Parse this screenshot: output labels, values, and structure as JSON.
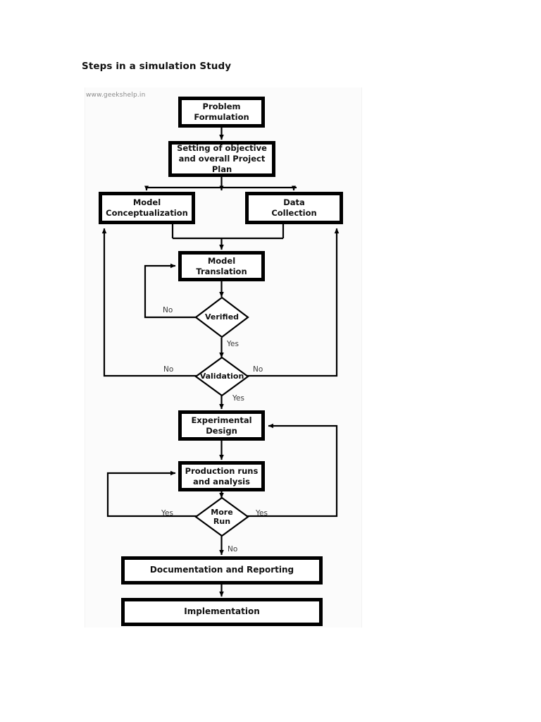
{
  "page": {
    "title": "Steps in a simulation Study",
    "watermark": "www.geekshelp.in",
    "background_color": "#ffffff",
    "stroke_color": "#000000"
  },
  "flowchart": {
    "type": "flowchart",
    "nodes": [
      {
        "id": "problem",
        "shape": "process",
        "label": "Problem\nFormulation"
      },
      {
        "id": "objective",
        "shape": "process",
        "label": "Setting of objective\nand overall Project Plan"
      },
      {
        "id": "conceptualization",
        "shape": "process",
        "label": "Model\nConceptualization"
      },
      {
        "id": "datacollection",
        "shape": "process",
        "label": "Data\nCollection"
      },
      {
        "id": "translation",
        "shape": "process",
        "label": "Model\nTranslation"
      },
      {
        "id": "verified",
        "shape": "decision",
        "label": "Verified"
      },
      {
        "id": "validation",
        "shape": "decision",
        "label": "Validation"
      },
      {
        "id": "experimental",
        "shape": "process",
        "label": "Experimental\nDesign"
      },
      {
        "id": "production",
        "shape": "process",
        "label": "Production runs\nand analysis"
      },
      {
        "id": "morerun",
        "shape": "decision",
        "label": "More\nRun"
      },
      {
        "id": "documentation",
        "shape": "process",
        "label": "Documentation and Reporting"
      },
      {
        "id": "implementation",
        "shape": "process",
        "label": "Implementation"
      }
    ],
    "edges": [
      {
        "from": "problem",
        "to": "objective",
        "label": ""
      },
      {
        "from": "objective",
        "to": "conceptualization",
        "label": ""
      },
      {
        "from": "objective",
        "to": "datacollection",
        "label": ""
      },
      {
        "from": "conceptualization",
        "to": "translation",
        "label": ""
      },
      {
        "from": "datacollection",
        "to": "translation",
        "label": ""
      },
      {
        "from": "translation",
        "to": "verified",
        "label": ""
      },
      {
        "from": "verified",
        "to": "translation",
        "label": "No"
      },
      {
        "from": "verified",
        "to": "validation",
        "label": "Yes"
      },
      {
        "from": "validation",
        "to": "conceptualization",
        "label": "No"
      },
      {
        "from": "validation",
        "to": "datacollection",
        "label": "No"
      },
      {
        "from": "validation",
        "to": "experimental",
        "label": "Yes"
      },
      {
        "from": "experimental",
        "to": "production",
        "label": ""
      },
      {
        "from": "production",
        "to": "morerun",
        "label": ""
      },
      {
        "from": "morerun",
        "to": "production",
        "label": "Yes"
      },
      {
        "from": "morerun",
        "to": "experimental",
        "label": "Yes"
      },
      {
        "from": "morerun",
        "to": "documentation",
        "label": "No"
      },
      {
        "from": "documentation",
        "to": "implementation",
        "label": ""
      }
    ],
    "edge_labels": {
      "verified_no": "No",
      "verified_yes": "Yes",
      "validation_no_left": "No",
      "validation_no_right": "No",
      "validation_yes": "Yes",
      "morerun_yes_left": "Yes",
      "morerun_yes_right": "Yes",
      "morerun_no": "No"
    }
  }
}
